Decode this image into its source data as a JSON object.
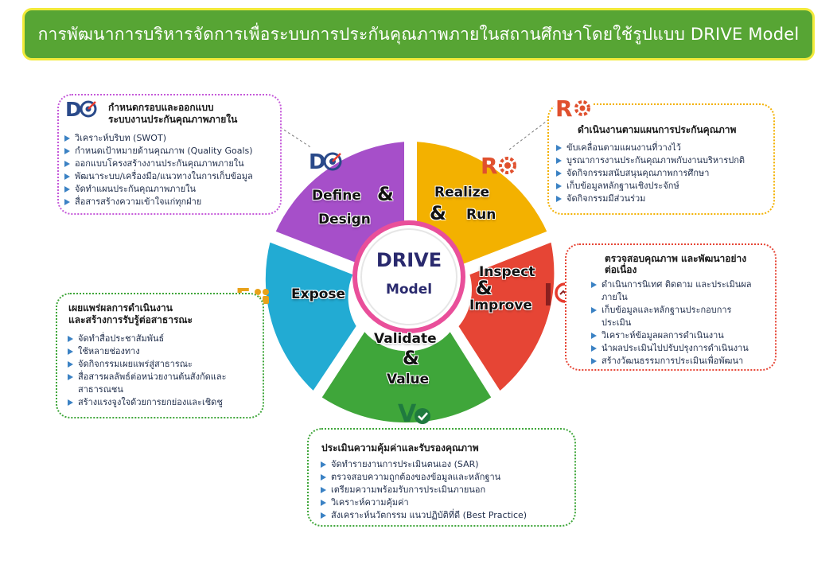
{
  "header": {
    "title": "การพัฒนาการบริหารจัดการเพื่อระบบการประกันคุณภาพภายในสถานศึกษาโดยใช้รูปแบบ DRIVE Model"
  },
  "colors": {
    "define": "#a64fc9",
    "realize": "#f3b100",
    "inspect": "#e64535",
    "validate": "#3fa63a",
    "expose": "#22abd3",
    "center_ring": "#e94f9a",
    "banner": "#57a534",
    "banner_border": "#f2ea3a",
    "bullet": "#3b82c4"
  },
  "center": {
    "line1": "DRIVE",
    "line2": "Model"
  },
  "segments": {
    "define": {
      "word1": "Define",
      "amp": "&",
      "word2": "Design",
      "icon": "define-target-icon"
    },
    "realize": {
      "word1": "Realize",
      "amp": "&",
      "word2": "Run",
      "icon": "realize-gear-icon"
    },
    "inspect": {
      "word1": "Inspect",
      "amp": "&",
      "word2": "Improve",
      "icon": "inspect-magnifier-icon"
    },
    "validate": {
      "word1": "Validate",
      "amp": "&",
      "word2": "Value",
      "icon": "validate-check-icon"
    },
    "expose": {
      "word1": "Expose",
      "icon": "expose-people-icon"
    }
  },
  "boxes": {
    "define": {
      "title_line1": "กำหนดกรอบและออกแบบ",
      "title_line2": "ระบบงานประกันคุณภาพภายใน",
      "items": [
        "วิเคราะห์บริบท (SWOT)",
        "กำหนดเป้าหมายด้านคุณภาพ (Quality Goals)",
        "ออกแบบโครงสร้างงานประกันคุณภาพภายใน",
        "พัฒนาระบบ/เครื่องมือ/แนวทางในการเก็บข้อมูล",
        "จัดทำแผนประกันคุณภาพภายใน",
        "สื่อสารสร้างความเข้าใจแก่ทุกฝ่าย"
      ]
    },
    "realize": {
      "title": "ดำเนินงานตามแผนการประกันคุณภาพ",
      "items": [
        "ขับเคลื่อนตามแผนงานที่วางไว้",
        "บูรณาการงานประกันคุณภาพกับงานบริหารปกติ",
        "จัดกิจกรรมสนับสนุนคุณภาพการศึกษา",
        "เก็บข้อมูลหลักฐานเชิงประจักษ์",
        "จัดกิจกรรมมีส่วนร่วม"
      ]
    },
    "inspect": {
      "title_line1": "ตรวจสอบคุณภาพ และพัฒนาอย่าง",
      "title_line2": "ต่อเนื่อง",
      "items": [
        "ดำเนินการนิเทศ ติดตาม และประเมินผล",
        "ภายใน",
        "เก็บข้อมูลและหลักฐานประกอบการ",
        "ประเมิน",
        "วิเคราะห์ข้อมูลผลการดำเนินงาน",
        "นำผลประเมินไปปรับปรุงการดำเนินงาน",
        "สร้างวัฒนธรรมการประเมินเพื่อพัฒนา"
      ]
    },
    "expose": {
      "title_line1": "เผยแพร่ผลการดำเนินงาน",
      "title_line2": "และสร้างการรับรู้ต่อสาธารณะ",
      "items": [
        "จัดทำสื่อประชาสัมพันธ์",
        "ใช้หลายช่องทาง",
        "จัดกิจกรรมเผยแพร่สู่สาธารณะ",
        "สื่อสารผลลัพธ์ต่อหน่วยงานต้นสังกัดและ",
        "สาธารณชน",
        "สร้างแรงจูงใจด้วยการยกย่องและเชิดชู"
      ]
    },
    "validate": {
      "title": "ประเมินความคุ้มค่าและรับรองคุณภาพ",
      "items": [
        "จัดทำรายงานการประเมินตนเอง (SAR)",
        "ตรวจสอบความถูกต้องของข้อมูลและหลักฐาน",
        "เตรียมความพร้อมรับการประเมินภายนอก",
        "วิเคราะห์ความคุ้มค่า",
        "สังเคราะห์นวัตกรรม แนวปฏิบัติที่ดี (Best Practice)"
      ]
    }
  }
}
